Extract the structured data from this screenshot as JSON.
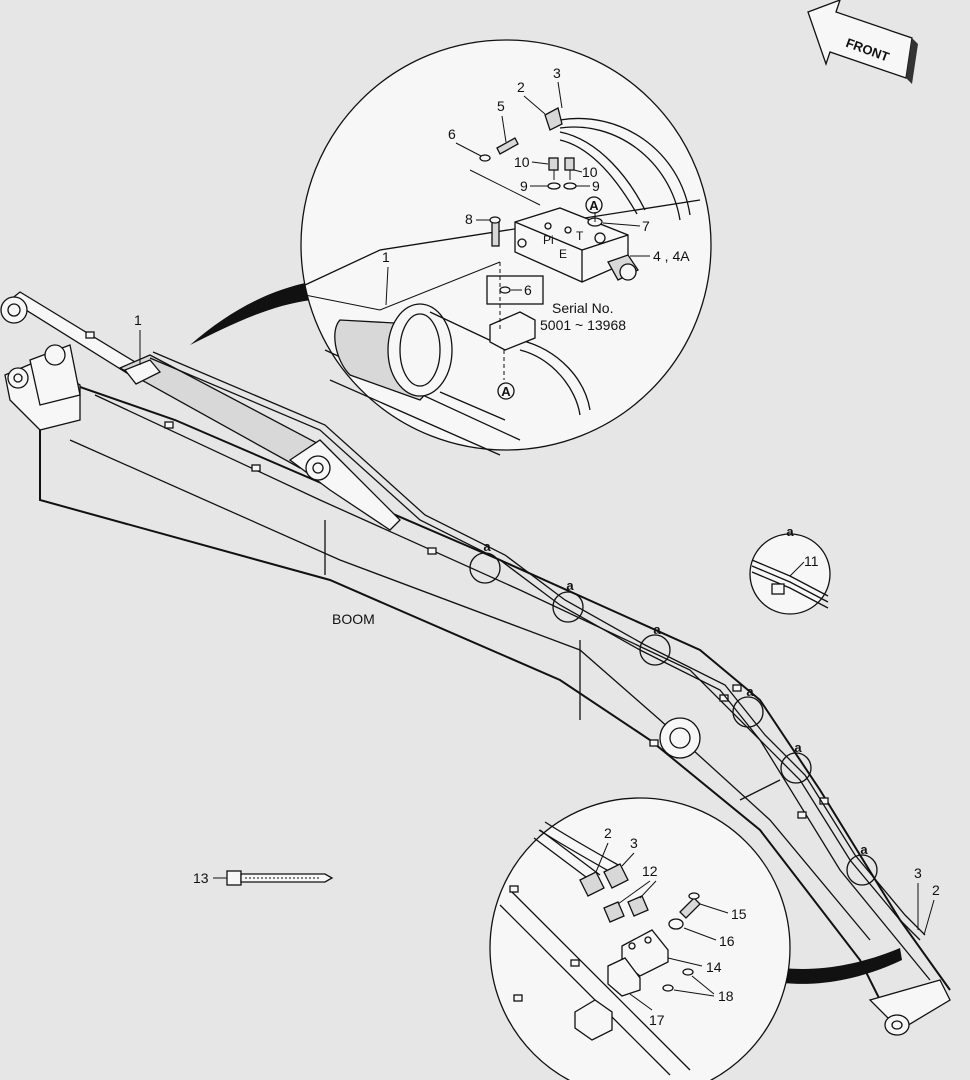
{
  "front_label": "FRONT",
  "boom_label": "BOOM",
  "serial": {
    "line1": "Serial No.",
    "line2": "5001 ~ 13968"
  },
  "detail_a_label": "a",
  "callout_A": "A",
  "port_labels": {
    "pi": "Pi",
    "t": "T",
    "e": "E"
  },
  "parts": {
    "p1": "1",
    "p2": "2",
    "p3": "3",
    "p4": "4 , 4A",
    "p5": "5",
    "p6": "6",
    "p7": "7",
    "p8": "8",
    "p9": "9",
    "p10": "10",
    "p11": "11",
    "p12": "12",
    "p13": "13",
    "p14": "14",
    "p15": "15",
    "p16": "16",
    "p17": "17",
    "p18": "18"
  }
}
